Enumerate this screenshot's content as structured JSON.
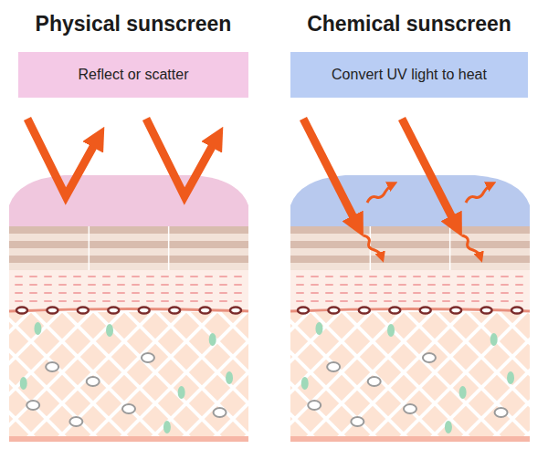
{
  "diagram": {
    "nodes": [
      {
        "text": [
          "Physical sunscreen",
          "Reflect or scatter"
        ]
      },
      {
        "text": [
          "Chemical sunscreen",
          "Convert UV light to heat"
        ]
      }
    ]
  }
}
